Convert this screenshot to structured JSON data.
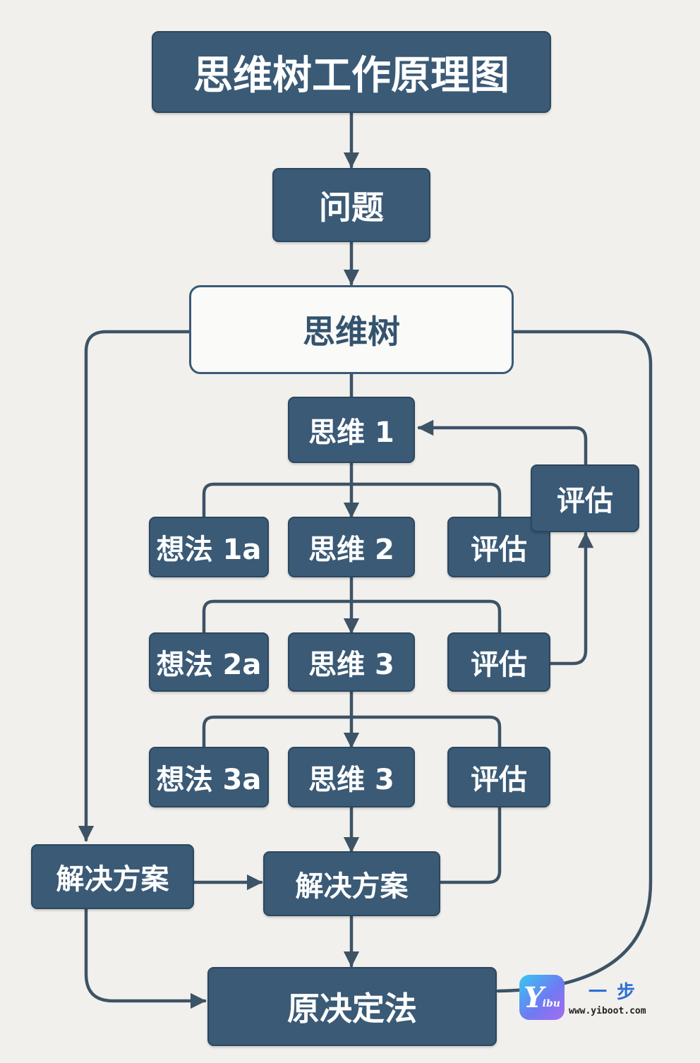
{
  "title": "思维树工作原理图",
  "nodes": {
    "problem": "问题",
    "tree": "思维树",
    "thought1": "思维 1",
    "idea1a": "想法 1a",
    "thought2": "思维 2",
    "eval_row1": "评估",
    "eval_side": "评估",
    "idea2a": "想法 2a",
    "thought3": "思维 3",
    "eval_row2": "评估",
    "idea3a": "想法 3a",
    "thought3b": "思维 3",
    "eval_row3": "评估",
    "solution_left": "解决方案",
    "solution_center": "解决方案",
    "final": "原决定法"
  },
  "brand": {
    "logo_letter": "Y",
    "logo_small": "ibu",
    "name": "一步",
    "url": "www.yiboot.com"
  },
  "colors": {
    "node_fill": "#3a5a76",
    "node_text": "#ffffff",
    "line": "#3d5366",
    "background": "#f2f0ec"
  }
}
